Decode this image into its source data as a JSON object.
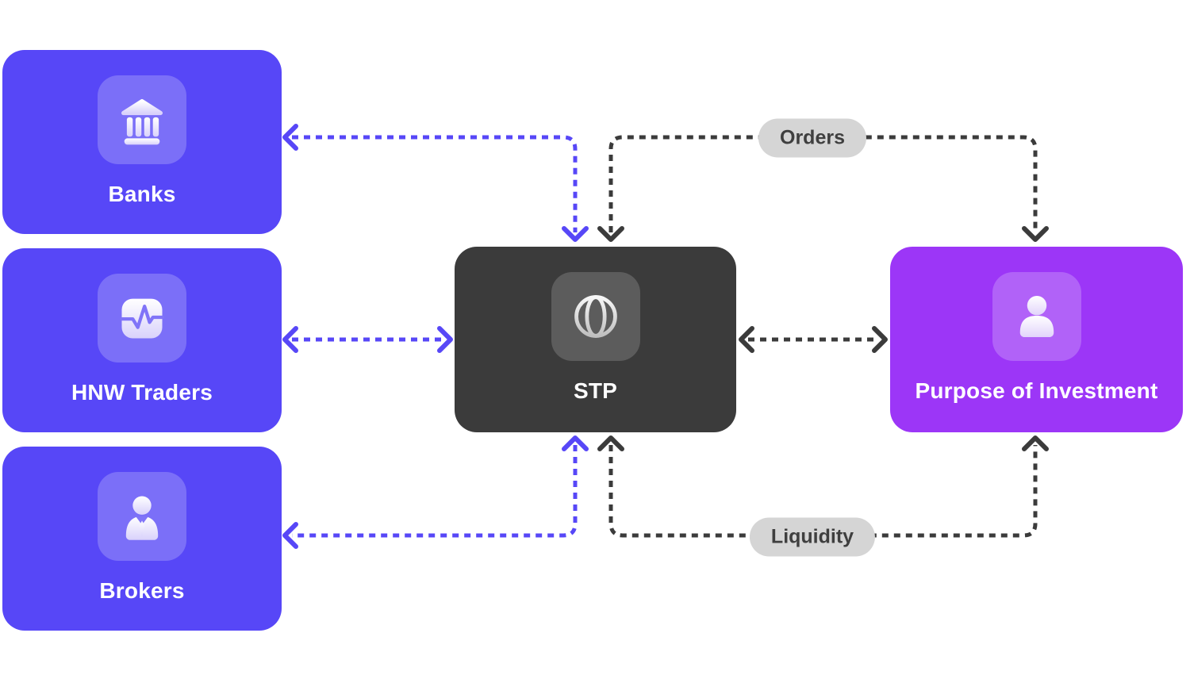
{
  "diagram": {
    "nodes": [
      {
        "label": "Banks",
        "icon": "bank-icon"
      },
      {
        "label": "HNW Traders",
        "icon": "activity-chart-icon"
      },
      {
        "label": "Brokers",
        "icon": "broker-person-icon"
      },
      {
        "label": "STP",
        "icon": "globe-icon"
      },
      {
        "label": "Purpose of Investment",
        "icon": "user-icon"
      }
    ],
    "edge_labels": [
      {
        "label": "Orders"
      },
      {
        "label": "Liquidity"
      }
    ]
  },
  "colors": {
    "canvas-bg": "#FFFFFF",
    "node-indigo": "#5747F7",
    "node-dark": "#3B3B3B",
    "node-purple": "#9C36F7",
    "arrow-indigo": "#5747F7",
    "arrow-dark": "#3B3B3B",
    "pill-bg": "#D5D5D5",
    "pill-text": "#3F3F3F",
    "node-label": "#FFFFFF"
  }
}
